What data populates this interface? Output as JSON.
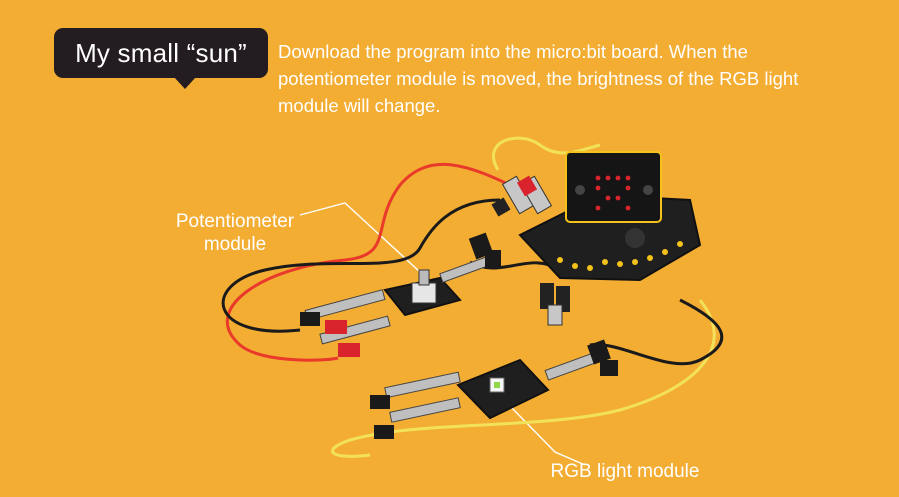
{
  "title": "My small “sun”",
  "description": "Download the program into the micro:bit board. When the potentiometer  module is moved, the brightness of the RGB light module will change.",
  "labels": {
    "potentiometer_line1": "Potentiometer",
    "potentiometer_line2": "module",
    "rgb": "RGB light module"
  },
  "colors": {
    "background": "#f4ad33",
    "bubble": "#231c20",
    "red_wire": "#e8392b",
    "yellow_wire": "#f2e25a",
    "black_wire": "#1a1a1a",
    "board": "#1f1f1f",
    "clip_red": "#d9232d"
  }
}
